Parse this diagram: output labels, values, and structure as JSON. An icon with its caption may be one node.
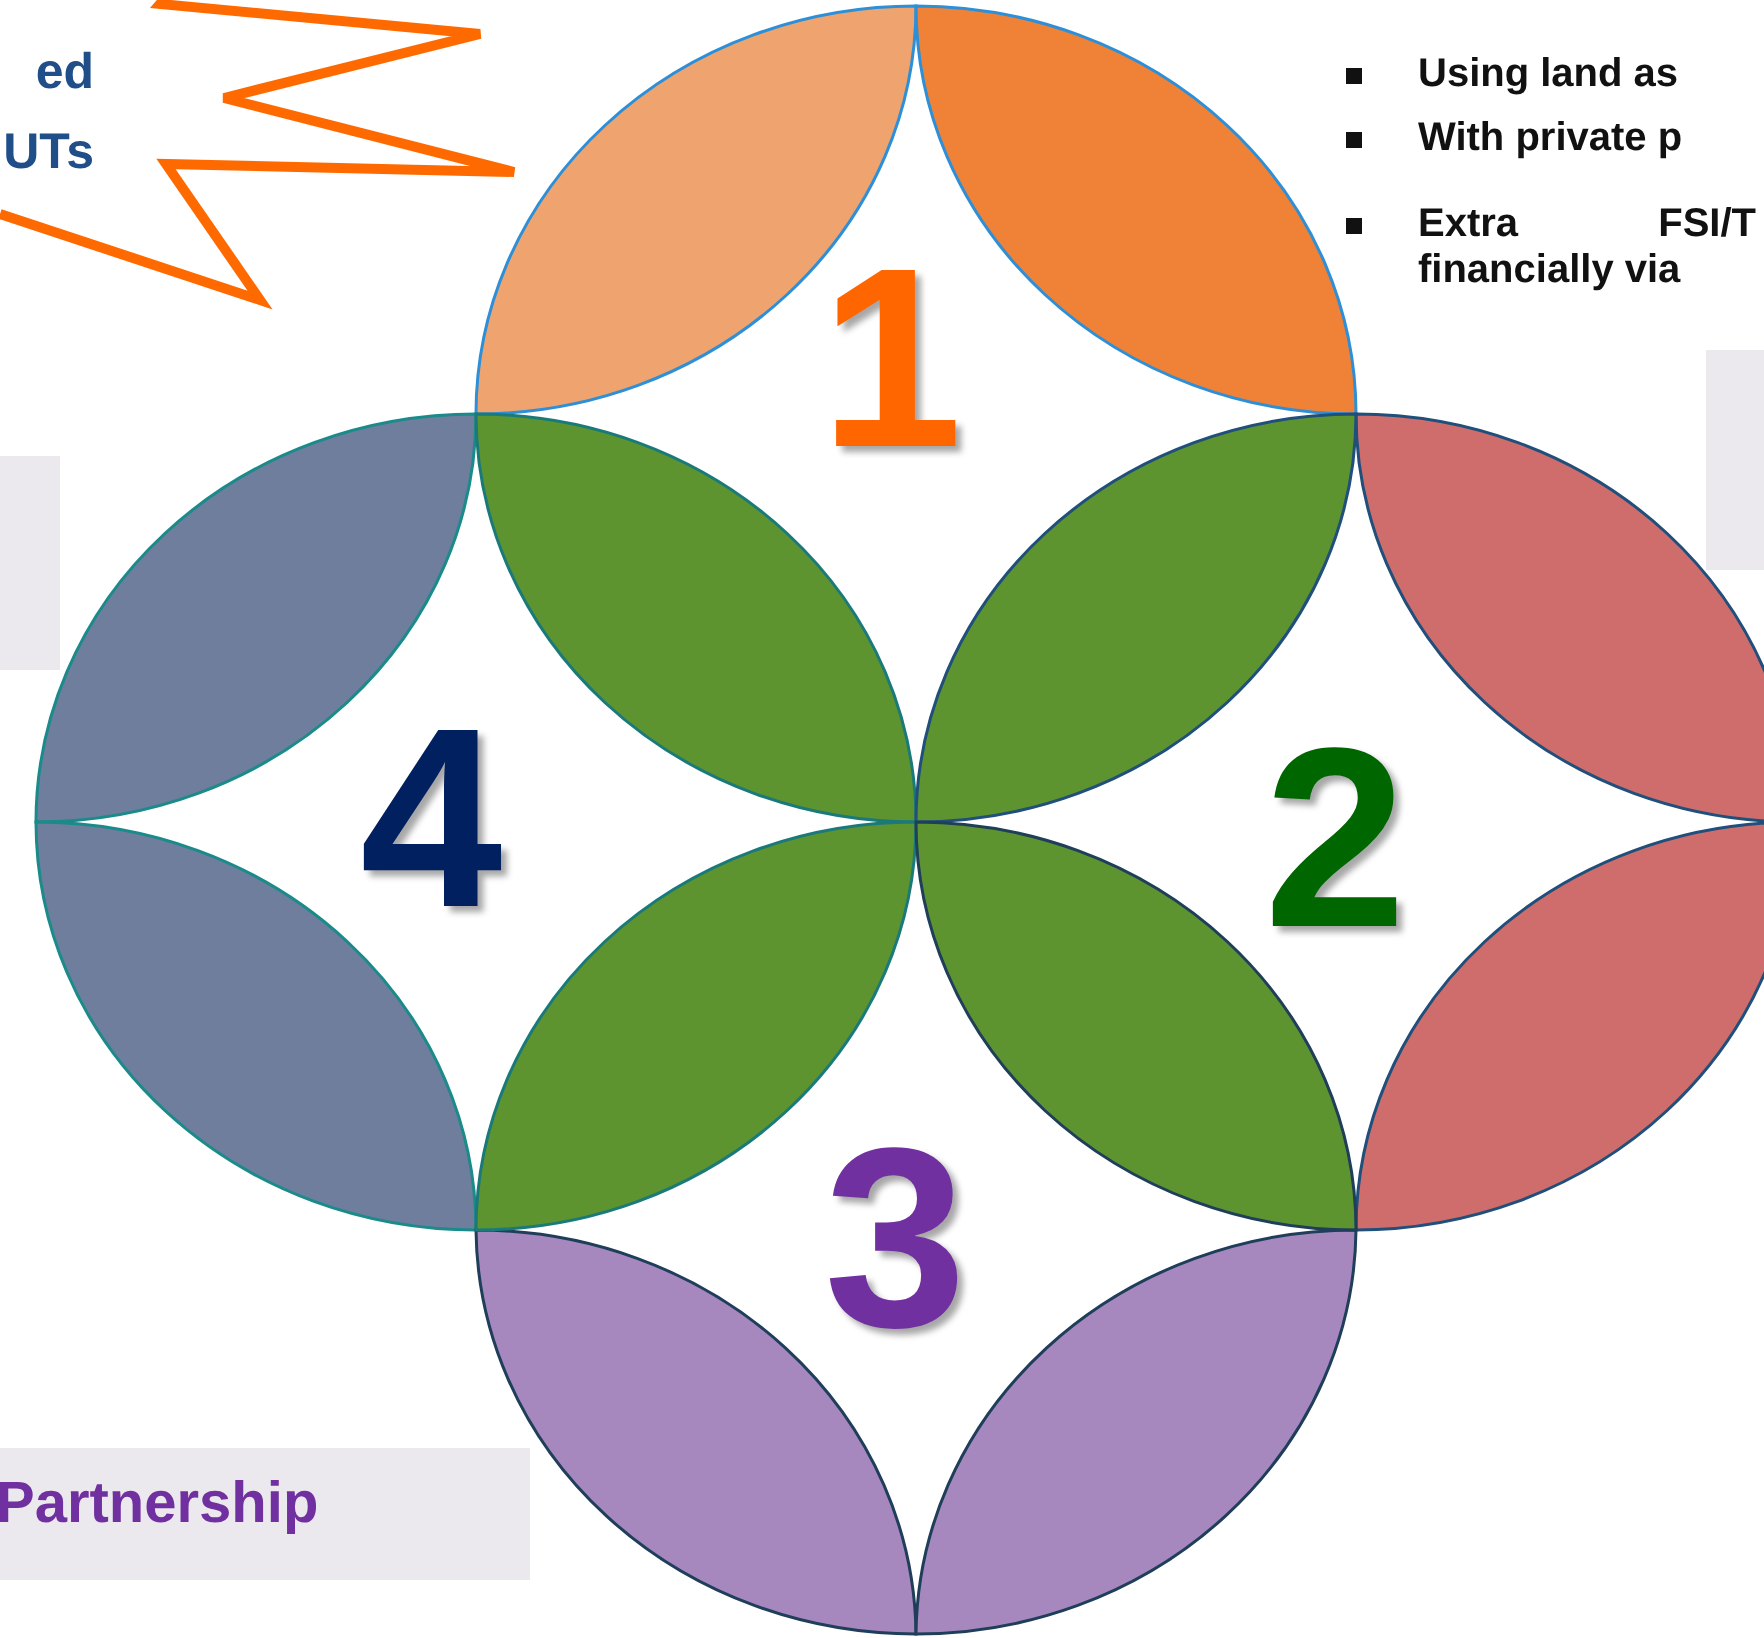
{
  "diagram": {
    "nodes": [
      {
        "text": [
          "ed UTs"
        ]
      },
      {
        "text": [],
        "shape": "box"
      },
      {
        "text": [],
        "shape": "box"
      },
      {
        "text": [
          "Partnership"
        ]
      }
    ],
    "labels": [
      "Using land as",
      "With private p",
      "Extra FSI/T financially via",
      "1",
      "4",
      "2",
      "3"
    ]
  }
}
